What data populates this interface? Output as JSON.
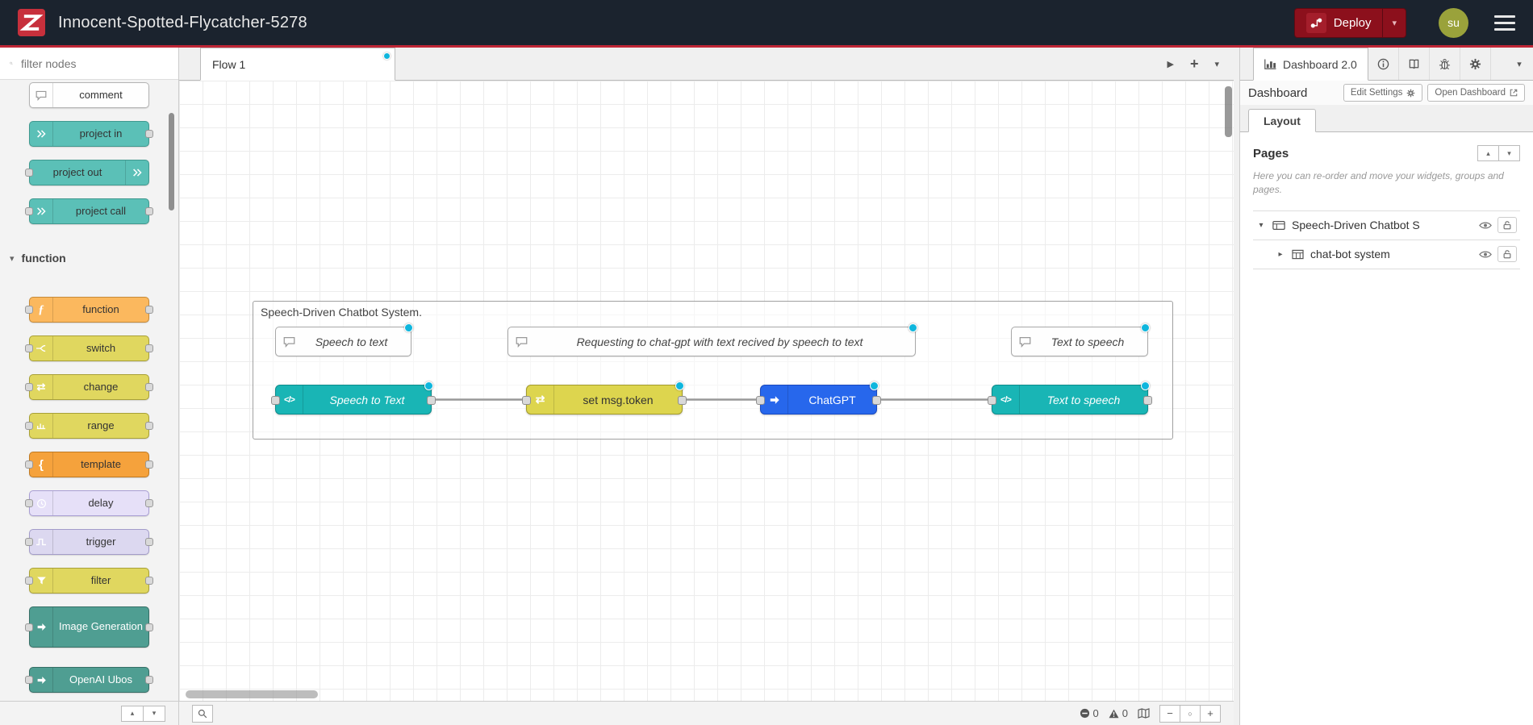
{
  "colors": {
    "header_bg": "#1b232e",
    "accent_red": "#bf2636",
    "deploy_red": "#8C101C",
    "modified_dot": "#0fb6dd",
    "node_teal": "#19b5b5",
    "node_yellow": "#ddd54e",
    "node_blue": "#2767ec",
    "palette_teal": "#5bc0b7",
    "palette_orange": "#fbb85e",
    "palette_olive": "#e0d75f",
    "palette_template": "#f5a23c",
    "palette_lavender": "#e6e0f8",
    "palette_green": "#4f9e92"
  },
  "header": {
    "title": "Innocent-Spotted-Flycatcher-5278",
    "deploy_label": "Deploy",
    "avatar_initials": "su"
  },
  "icons": {
    "code": "</>",
    "function": "ƒ",
    "template": "{",
    "change": "⇄"
  },
  "palette": {
    "search_placeholder": "filter nodes",
    "top_nodes": [
      {
        "label": "comment"
      },
      {
        "label": "project in"
      },
      {
        "label": "project out"
      },
      {
        "label": "project call"
      }
    ],
    "category_label": "function",
    "function_nodes": [
      {
        "label": "function"
      },
      {
        "label": "switch"
      },
      {
        "label": "change"
      },
      {
        "label": "range"
      },
      {
        "label": "template"
      },
      {
        "label": "delay"
      },
      {
        "label": "trigger"
      },
      {
        "label": "filter"
      },
      {
        "label": "Image Generation"
      },
      {
        "label": "OpenAI Ubos"
      }
    ]
  },
  "tabbar": {
    "flow_label": "Flow 1"
  },
  "canvas": {
    "group_title": "Speech-Driven Chatbot System.",
    "comments": [
      {
        "label": "Speech to text"
      },
      {
        "label": "Requesting to chat-gpt with text recived by speech to text"
      },
      {
        "label": "Text to speech"
      }
    ],
    "nodes": [
      {
        "label": "Speech to Text"
      },
      {
        "label": "set msg.token"
      },
      {
        "label": "ChatGPT"
      },
      {
        "label": "Text to speech"
      }
    ]
  },
  "sidebar": {
    "active_tab": "Dashboard 2.0",
    "section_title": "Dashboard",
    "edit_settings_label": "Edit Settings",
    "open_dashboard_label": "Open Dashboard",
    "layout_tab": "Layout",
    "pages_title": "Pages",
    "help_text": "Here you can re-order and move your widgets, groups and pages.",
    "tree": [
      {
        "label": "Speech-Driven Chatbot S"
      },
      {
        "label": "chat-bot system"
      }
    ]
  },
  "statusbar": {
    "error_count": "0",
    "warning_count": "0"
  }
}
